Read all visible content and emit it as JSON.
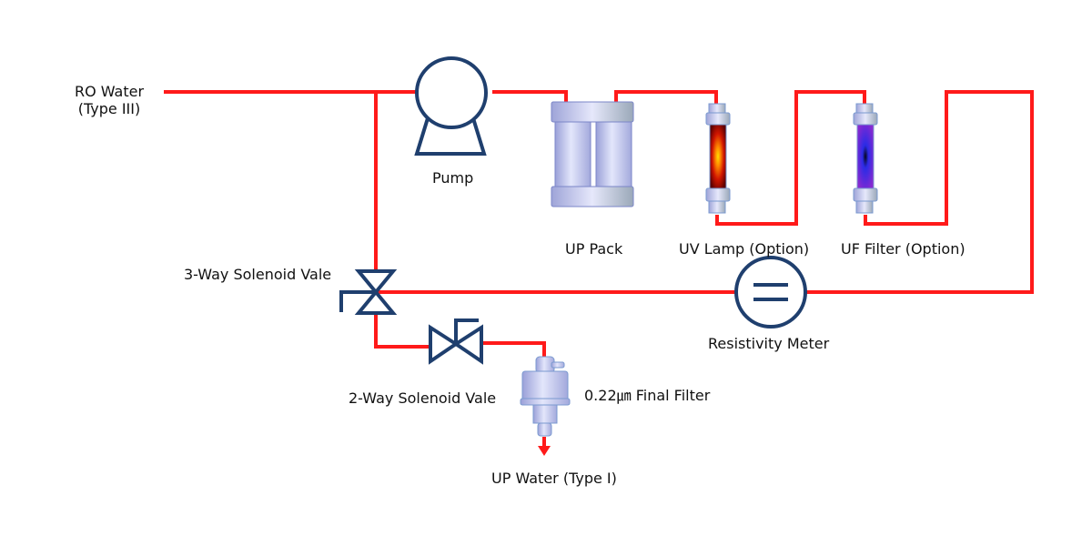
{
  "diagram": {
    "title": "",
    "colors": {
      "pipe": "#ff1a1a",
      "symbol": "#1f3f6e",
      "cartridge": "#b9bde8",
      "uv_lamp": "#d81b00",
      "uf_filter": "#5a2de0"
    },
    "labels": {
      "ro_water_line1": "RO Water",
      "ro_water_line2": "(Type III)",
      "pump": "Pump",
      "up_pack": "UP Pack",
      "uv_lamp": "UV Lamp (Option)",
      "uf_filter": "UF Filter (Option)",
      "three_way_valve": "3-Way Solenoid Vale",
      "resistivity_meter": "Resistivity Meter",
      "two_way_valve": "2-Way Solenoid Vale",
      "final_filter": "0.22㎛ Final Filter",
      "up_water": "UP Water (Type I)"
    },
    "flow": [
      "RO Water (Type III)",
      "Pump",
      "UP Pack",
      "UV Lamp (Option)",
      "UF Filter (Option)",
      "Resistivity Meter",
      "3-Way Solenoid Vale",
      "2-Way Solenoid Vale",
      "0.22㎛ Final Filter",
      "UP Water (Type I)"
    ]
  }
}
